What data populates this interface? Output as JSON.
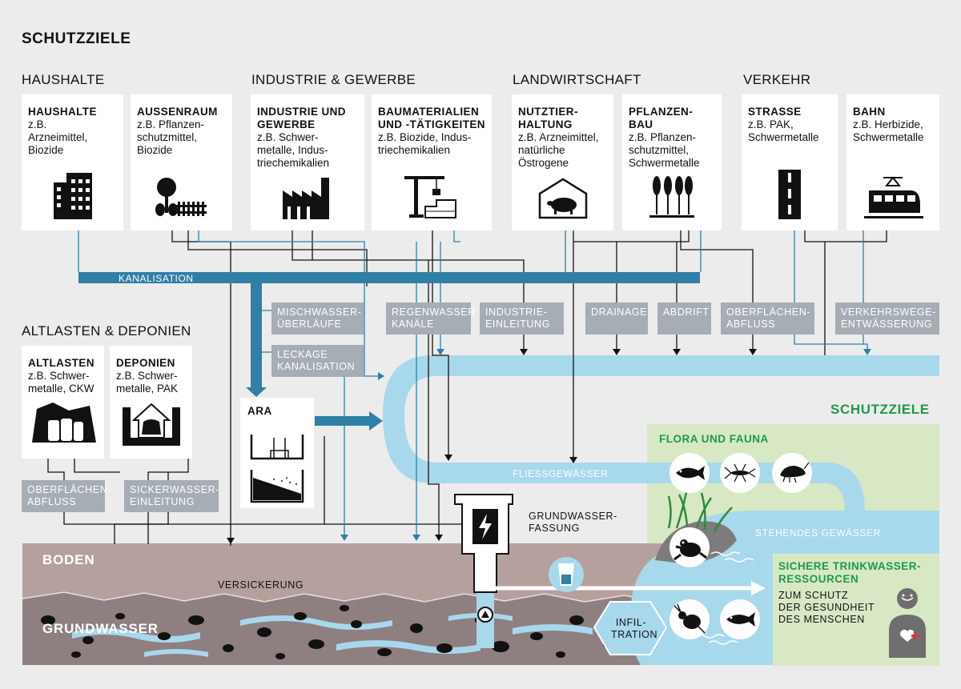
{
  "title": "SCHUTZZIELE",
  "categories": {
    "households": "HAUSHALTE",
    "industry": "INDUSTRIE & GEWERBE",
    "agriculture": "LANDWIRTSCHAFT",
    "traffic": "VERKEHR",
    "legacy": "ALTLASTEN & DEPONIEN"
  },
  "sources": [
    {
      "title": "HAUSHALTE",
      "desc": "z.B.\nArzneimittel,\nBiozide",
      "icon": "apartment-icon"
    },
    {
      "title": "AUSSENRAUM",
      "desc": "z.B. Pflanzen-\nschutzmittel,\nBiozide",
      "icon": "garden-icon"
    },
    {
      "title": "INDUSTRIE UND\nGEWERBE",
      "desc": "z.B. Schwer-\nmetalle, Indus-\ntriechemikalien",
      "icon": "factory-icon"
    },
    {
      "title": "BAUMATERIALIEN\nUND -TÄTIGKEITEN",
      "desc": "z.B. Biozide, Indus-\ntriechemikalien",
      "icon": "crane-icon"
    },
    {
      "title": "NUTZTIER-\nHALTUNG",
      "desc": "z.B. Arzneimittel,\nnatürliche\nÖstrogene",
      "icon": "pig-icon"
    },
    {
      "title": "PFLANZEN-\nBAU",
      "desc": "z.B. Pflanzen-\nschutzmittel,\nSchwermetalle",
      "icon": "wheat-icon"
    },
    {
      "title": "STRASSE",
      "desc": "z.B. PAK,\nSchwermetalle",
      "icon": "road-icon"
    },
    {
      "title": "BAHN",
      "desc": "z.B. Herbizide,\nSchwermetalle",
      "icon": "train-icon"
    },
    {
      "title": "ALTLASTEN",
      "desc": "z.B. Schwer-\nmetalle, CKW",
      "icon": "barrels-icon"
    },
    {
      "title": "DEPONIEN",
      "desc": "z.B. Schwer-\nmetalle, PAK",
      "icon": "landfill-icon"
    }
  ],
  "pathways": {
    "kanalisation": "KANALISATION",
    "mischwasser": "MISCHWASSER-\nÜBERLÄUFE",
    "leckage": "LECKAGE\nKANALISATION",
    "regenwasser": "REGENWASSER\nKANÄLE",
    "industrie": "INDUSTRIE-\nEINLEITUNG",
    "drainage": "DRAINAGE",
    "abdrift": "ABDRIFT",
    "oberflaeche_top": "OBERFLÄCHEN-\nABFLUSS",
    "verkehrswege": "VERKEHRSWEGE-\nENTWÄSSERUNG",
    "oberflaeche_left": "OBERFLÄCHEN-\nABFLUSS",
    "sickerwasser": "SICKERWASSER-\nEINLEITUNG"
  },
  "ara": {
    "label": "ARA"
  },
  "water": {
    "fliess": "FLIESSGEWÄSSER",
    "stehend": "STEHENDES GEWÄSSER",
    "fassung": "GRUNDWASSER-\nFASSUNG",
    "infiltration": "INFIL-\nTRATION"
  },
  "ground": {
    "boden": "BODEN",
    "grundwasser": "GRUNDWASSER",
    "versickerung": "VERSICKERUNG"
  },
  "protection": {
    "title": "SCHUTZZIELE",
    "flora": "FLORA UND FAUNA",
    "trinkwasser": "SICHERE TRINKWASSER-\nRESSOURCEN",
    "gesundheit": "ZUM SCHUTZ\nDER GESUNDHEIT\nDES MENSCHEN"
  },
  "colors": {
    "background": "#ececec",
    "dark_blue": "#2f7fa6",
    "light_blue": "#a8d8ec",
    "gray_label": "#a6adb4",
    "soil": "#b5a09e",
    "green": "#d8e8c4",
    "green_text": "#1a9a4b"
  }
}
